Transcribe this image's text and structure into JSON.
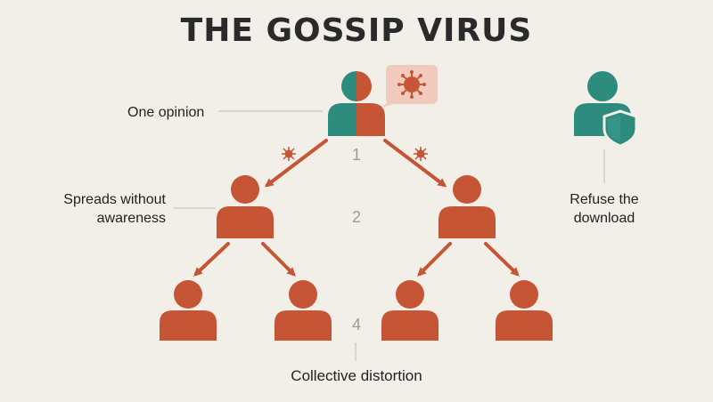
{
  "title": "THE GOSSIP VIRUS",
  "labels": {
    "one_opinion": "One opinion",
    "spreads_line1": "Spreads without",
    "spreads_line2": "awareness",
    "refuse_line1": "Refuse the",
    "refuse_line2": "download",
    "collective": "Collective distortion"
  },
  "levels": [
    "1",
    "2",
    "4"
  ],
  "colors": {
    "background": "#f1efe8",
    "infected": "#c65536",
    "healthy": "#2d8c7e",
    "bubble": "#f2c9bd",
    "text": "#222222",
    "level_text": "#9c9c9c"
  },
  "icons": [
    "person-icon",
    "virus-icon",
    "shield-icon",
    "arrow-icon",
    "speech-bubble-icon"
  ]
}
